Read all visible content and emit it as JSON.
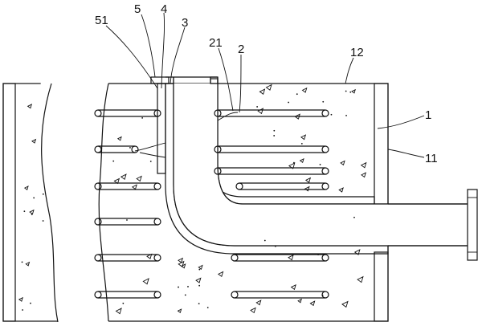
{
  "labels": {
    "l51": "51",
    "l5": "5",
    "l4": "4",
    "l3": "3",
    "l21": "21",
    "l2": "2",
    "l12": "12",
    "l1": "1",
    "l11": "11"
  }
}
